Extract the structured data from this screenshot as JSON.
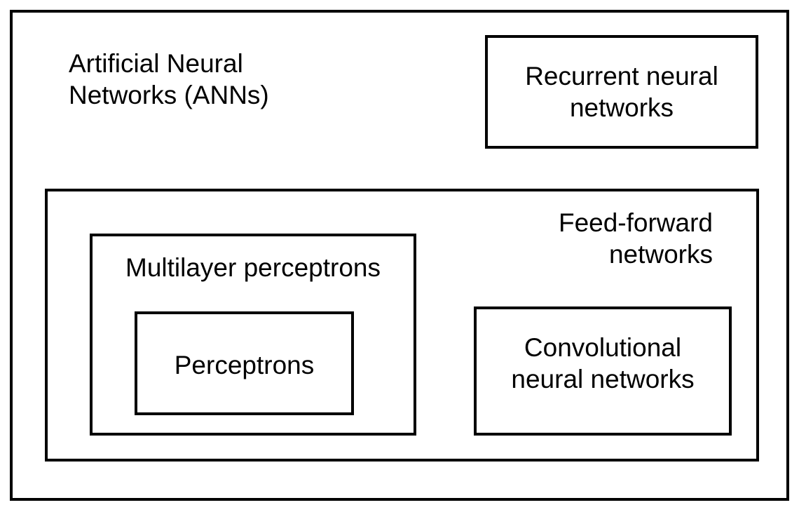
{
  "diagram": {
    "ann": {
      "label": "Artificial Neural\nNetworks (ANNs)"
    },
    "rnn": {
      "label": "Recurrent neural\nnetworks"
    },
    "feed_forward": {
      "label": "Feed-forward\nnetworks"
    },
    "mlp": {
      "label": "Multilayer perceptrons"
    },
    "perceptrons": {
      "label": "Perceptrons"
    },
    "cnn": {
      "label": "Convolutional\nneural networks"
    }
  }
}
